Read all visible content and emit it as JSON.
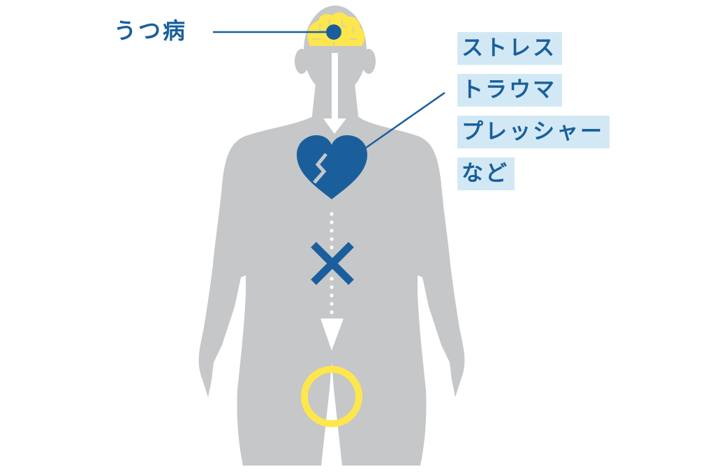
{
  "diagram": {
    "condition_label": "うつ病",
    "causes": [
      "ストレス",
      "トラウマ",
      "プレッシャー",
      "など"
    ],
    "symbols": {
      "brain": "brain-icon",
      "broken_heart": "broken-heart-icon",
      "blocked": "x-mark-icon",
      "ok": "circle-ok-icon",
      "flow_arrow": "down-arrow-icon"
    },
    "colors": {
      "body": "#c6c7c9",
      "brand_blue": "#1a5f9c",
      "brain_yellow": "#fde74c",
      "ring_yellow": "#fde74c",
      "cause_box_bg": "#d2e9f5",
      "arrow": "#ffffff"
    }
  }
}
